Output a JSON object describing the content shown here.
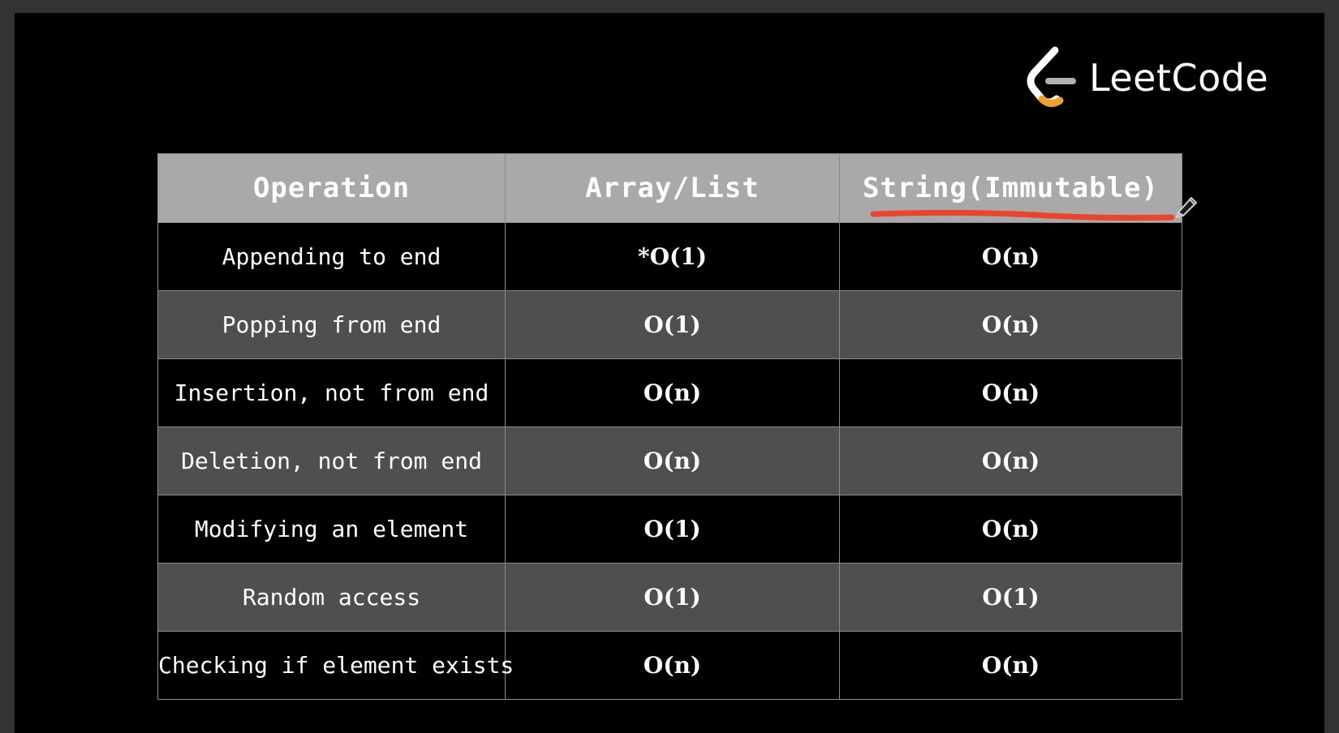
{
  "logo": {
    "name": "LeetCode"
  },
  "table": {
    "headers": [
      "Operation",
      "Array/List",
      "String(Immutable)"
    ],
    "rows": [
      {
        "operation": "Appending to end",
        "array": "*O(1)",
        "string": "O(n)"
      },
      {
        "operation": "Popping from end",
        "array": "O(1)",
        "string": "O(n)"
      },
      {
        "operation": "Insertion, not from end",
        "array": "O(n)",
        "string": "O(n)"
      },
      {
        "operation": "Deletion, not from end",
        "array": "O(n)",
        "string": "O(n)"
      },
      {
        "operation": "Modifying an element",
        "array": "O(1)",
        "string": "O(n)"
      },
      {
        "operation": "Random access",
        "array": "O(1)",
        "string": "O(1)"
      },
      {
        "operation": "Checking if element exists",
        "array": "O(n)",
        "string": "O(n)"
      }
    ]
  },
  "colors": {
    "background": "#000000",
    "header": "#a9a9a9",
    "row_light": "#4f4f4f",
    "annotation": "#e8452c",
    "logo_orange": "#f0a030"
  },
  "icons": [
    "leetcode-logo-icon",
    "pen-icon"
  ]
}
